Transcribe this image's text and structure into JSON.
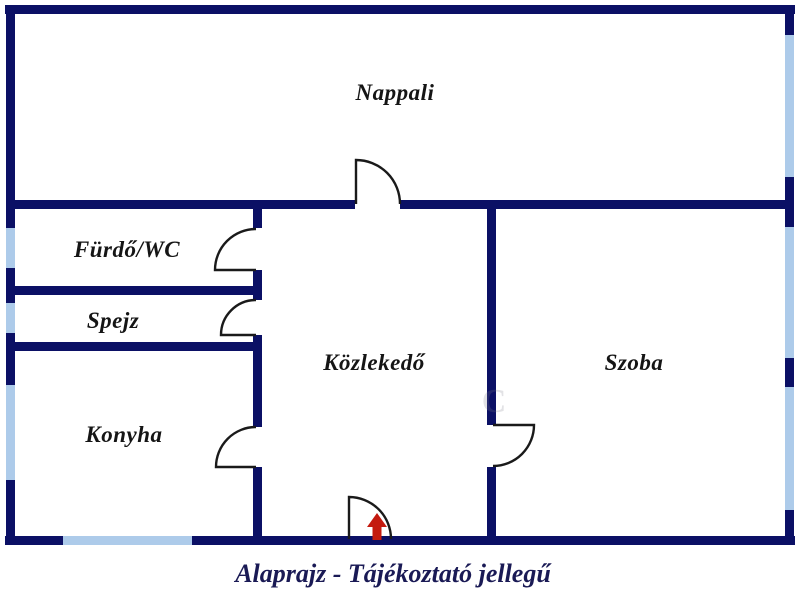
{
  "plan": {
    "rooms": {
      "nappali": "Nappali",
      "furdo_wc": "Fürdő/WC",
      "spejz": "Spejz",
      "konyha": "Konyha",
      "kozlekedo": "Közlekedő",
      "szoba": "Szoba"
    },
    "caption": "Alaprajz - Tájékoztató jellegű",
    "watermark": "C"
  },
  "colors": {
    "background": "#ffffff",
    "wall": "#0b1065",
    "window": "#adcbea",
    "door_line": "#1a1a1a",
    "label": "#151515",
    "caption": "#1a1a55",
    "arrow": "#c41a0f"
  }
}
